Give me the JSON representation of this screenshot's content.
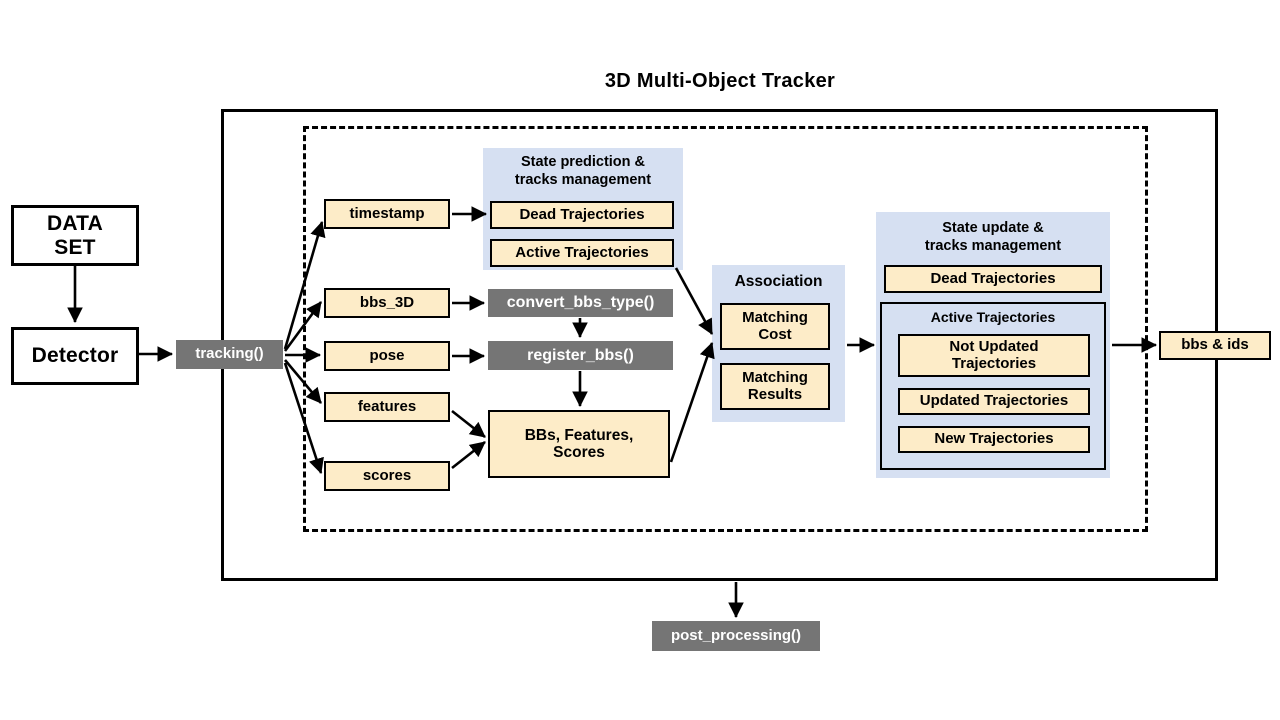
{
  "diagram": {
    "title": "3D Multi-Object  Tracker",
    "colors": {
      "tan": "#fdecc8",
      "panel_blue": "#d6e0f2",
      "gray": "#757575",
      "stroke": "#000000",
      "background": "#ffffff"
    }
  },
  "external": {
    "dataset": "DATA\nSET",
    "dataset_line1": "DATA",
    "dataset_line2": "SET",
    "detector": "Detector",
    "output": "bbs & ids"
  },
  "entry": {
    "tracking": "tracking()"
  },
  "inputs": [
    {
      "label": "timestamp"
    },
    {
      "label": "bbs_3D"
    },
    {
      "label": "pose"
    },
    {
      "label": "features"
    },
    {
      "label": "scores"
    }
  ],
  "functions": [
    {
      "label": "convert_bbs_type()"
    },
    {
      "label": "register_bbs()"
    }
  ],
  "aggregate": {
    "line1": "BBs,  Features,",
    "line2": "Scores"
  },
  "state_prediction": {
    "title_line1": "State prediction &",
    "title_line2": "tracks management",
    "items": [
      {
        "label": "Dead Trajectories"
      },
      {
        "label": "Active Trajectories"
      }
    ]
  },
  "association": {
    "title": "Association",
    "items": [
      {
        "line1": "Matching",
        "line2": "Cost"
      },
      {
        "line1": "Matching",
        "line2": "Results"
      }
    ]
  },
  "state_update": {
    "title_line1": "State update &",
    "title_line2": "tracks management",
    "dead": "Dead Trajectories",
    "active_group": "Active Trajectories",
    "active_items": [
      {
        "line1": "Not Updated",
        "line2": "Trajectories"
      },
      {
        "line1": "Updated Trajectories",
        "line2": ""
      },
      {
        "line1": "New Trajectories",
        "line2": ""
      }
    ]
  },
  "post": {
    "label": "post_processing()"
  }
}
